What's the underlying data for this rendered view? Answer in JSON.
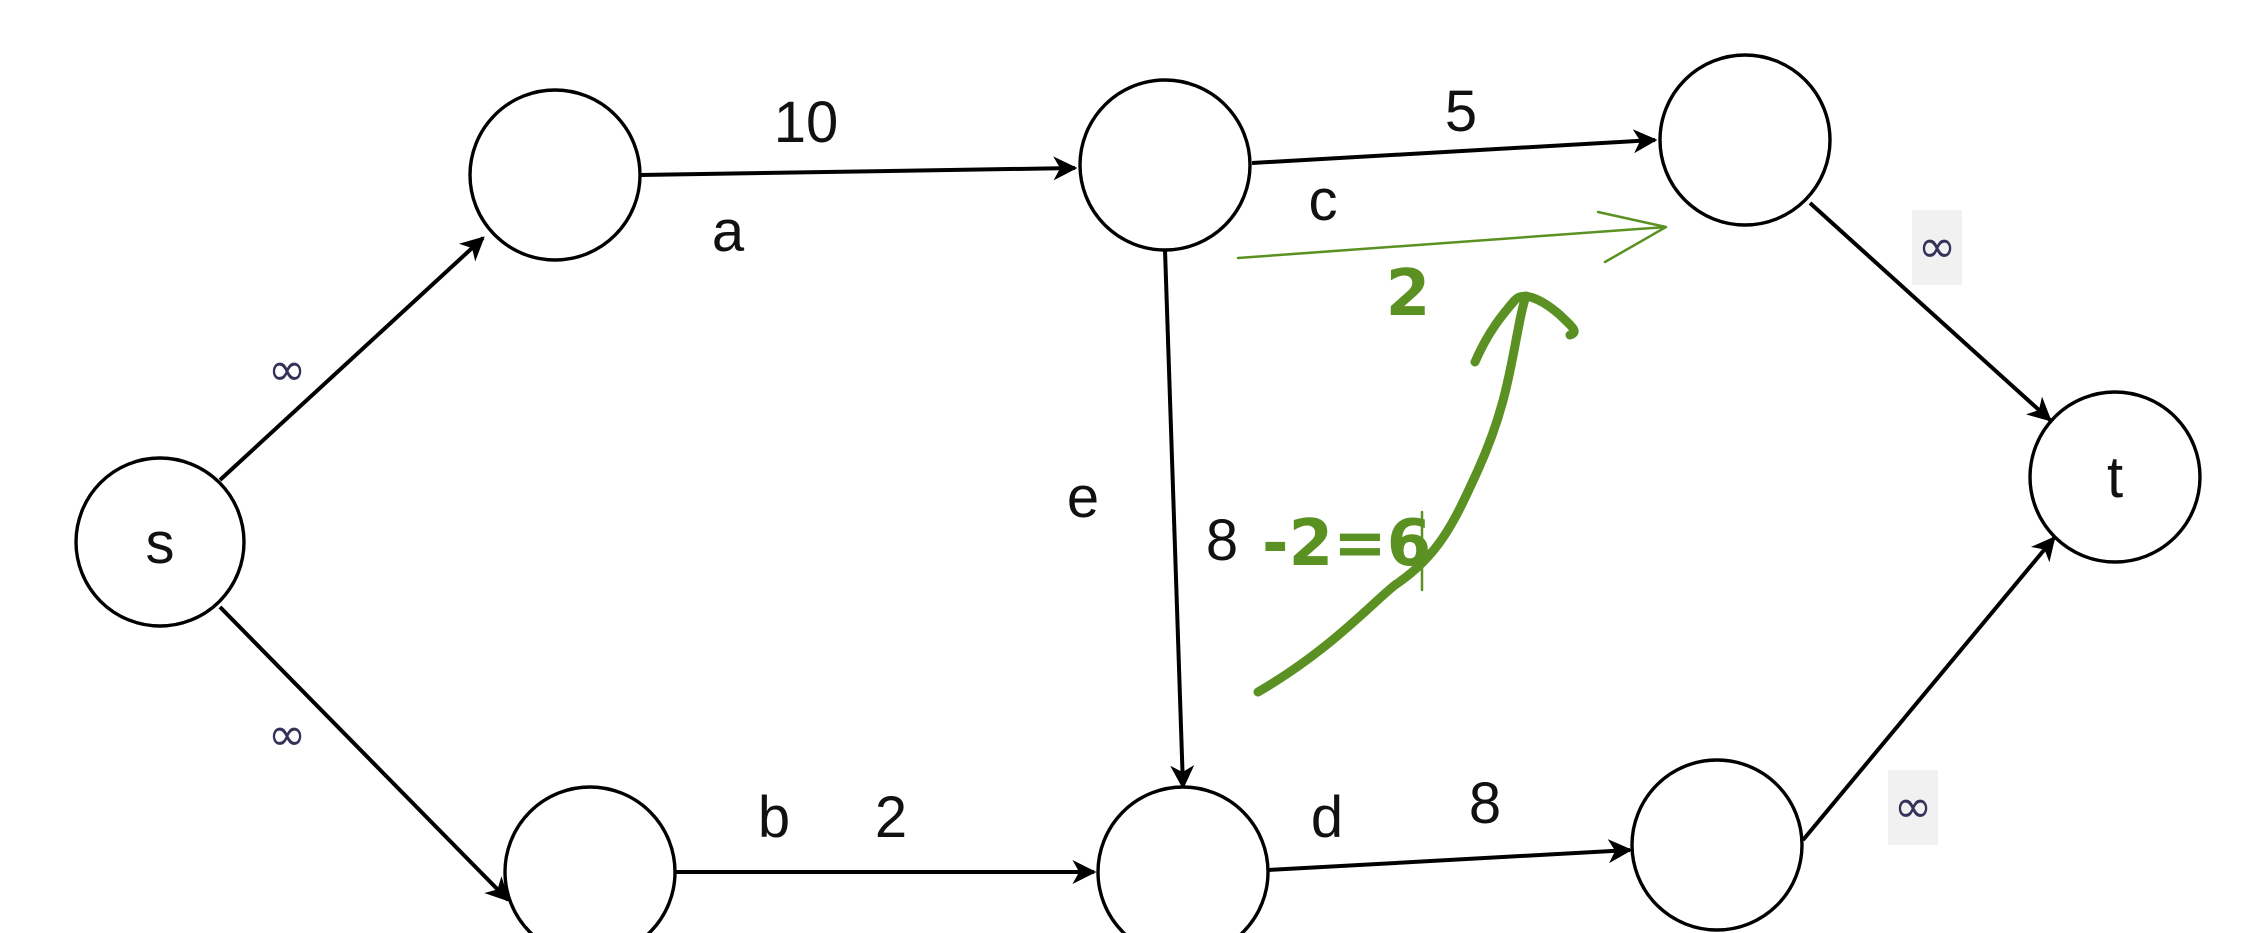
{
  "nodes": {
    "s": "s",
    "t": "t",
    "n1": "",
    "n2": "",
    "n3": "",
    "n4": "",
    "n5": "",
    "n6": ""
  },
  "edges": {
    "s_n1": {
      "capacity": "∞"
    },
    "s_n2": {
      "capacity": "∞"
    },
    "a": {
      "name": "a",
      "capacity": "10"
    },
    "b": {
      "name": "b",
      "capacity": "2"
    },
    "c": {
      "name": "c",
      "capacity": "5"
    },
    "d": {
      "name": "d",
      "capacity": "8"
    },
    "e": {
      "name": "e",
      "capacity": "8"
    },
    "n3_t": {
      "capacity": "∞"
    },
    "n6_t": {
      "capacity": "∞"
    }
  },
  "annotations": {
    "c_flow": "2",
    "e_update": "-2=6"
  },
  "colors": {
    "ink": "#5b9122",
    "line": "#000000",
    "infinity": "#33335a"
  }
}
